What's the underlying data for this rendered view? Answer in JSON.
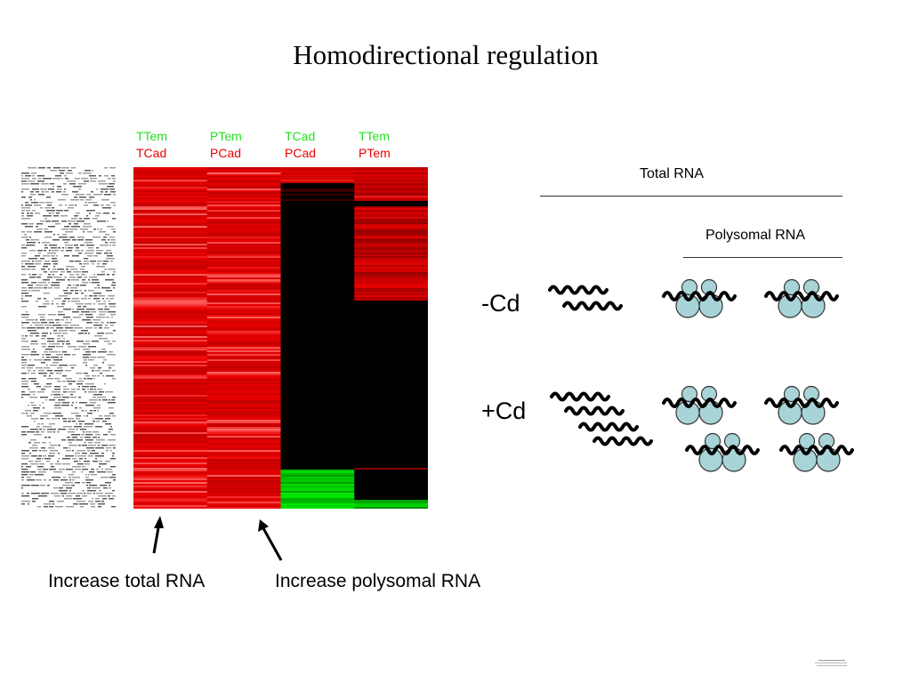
{
  "title": "Homodirectional regulation",
  "columns": [
    {
      "top": "TTem",
      "bottom": "TCad"
    },
    {
      "top": "PTem",
      "bottom": "PCad"
    },
    {
      "top": "TCad",
      "bottom": "PCad"
    },
    {
      "top": "TTem",
      "bottom": "PTem"
    }
  ],
  "colors": {
    "header_top": "#22e022",
    "header_bottom": "#e80000",
    "red": "#e81818",
    "green": "#18e018",
    "black": "#000000",
    "ribosome": "#a8d4d8"
  },
  "captions": {
    "left": "Increase total RNA",
    "right": "Increase polysomal RNA"
  },
  "diagram": {
    "total_rna": "Total RNA",
    "polysomal_rna": "Polysomal RNA",
    "minus_cd": "-Cd",
    "plus_cd": "+Cd"
  }
}
